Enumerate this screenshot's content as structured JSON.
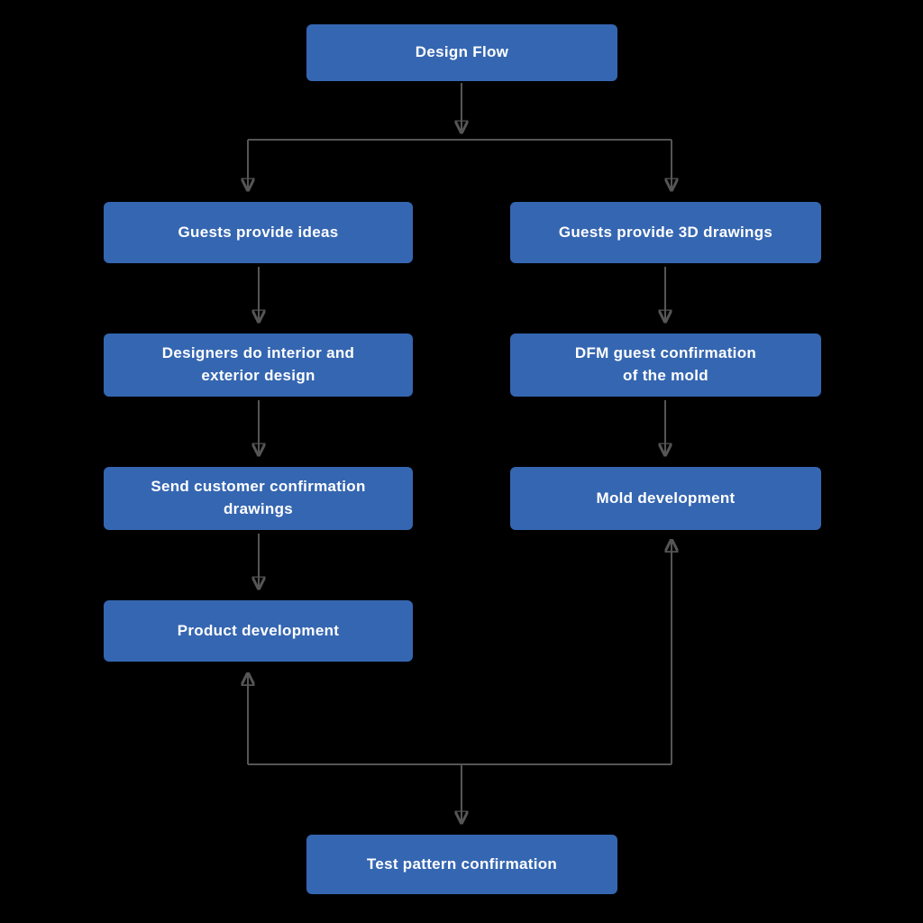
{
  "diagram": {
    "type": "flowchart",
    "title": "Design Flow",
    "colors": {
      "background": "#000000",
      "box": "#3566B1",
      "text": "#FFFFFF",
      "arrow": "#555555"
    },
    "nodes": {
      "design_flow": {
        "label": "Design Flow"
      },
      "guests_ideas": {
        "label": "Guests provide ideas"
      },
      "designers_design": {
        "label": "Designers do interior and\nexterior design"
      },
      "send_confirmation": {
        "label": "Send customer confirmation\ndrawings"
      },
      "product_dev": {
        "label": "Product development"
      },
      "guests_3d": {
        "label": "Guests provide 3D drawings"
      },
      "dfm_confirmation": {
        "label": "DFM guest confirmation\nof the mold"
      },
      "mold_dev": {
        "label": "Mold development"
      },
      "test_pattern": {
        "label": "Test pattern confirmation"
      }
    },
    "edges": [
      "design_flow -> guests_ideas",
      "design_flow -> guests_3d",
      "guests_ideas -> designers_design",
      "designers_design -> send_confirmation",
      "send_confirmation -> product_dev",
      "guests_3d -> dfm_confirmation",
      "dfm_confirmation -> mold_dev",
      "loop -> product_dev",
      "loop -> mold_dev",
      "loop -> test_pattern"
    ]
  }
}
